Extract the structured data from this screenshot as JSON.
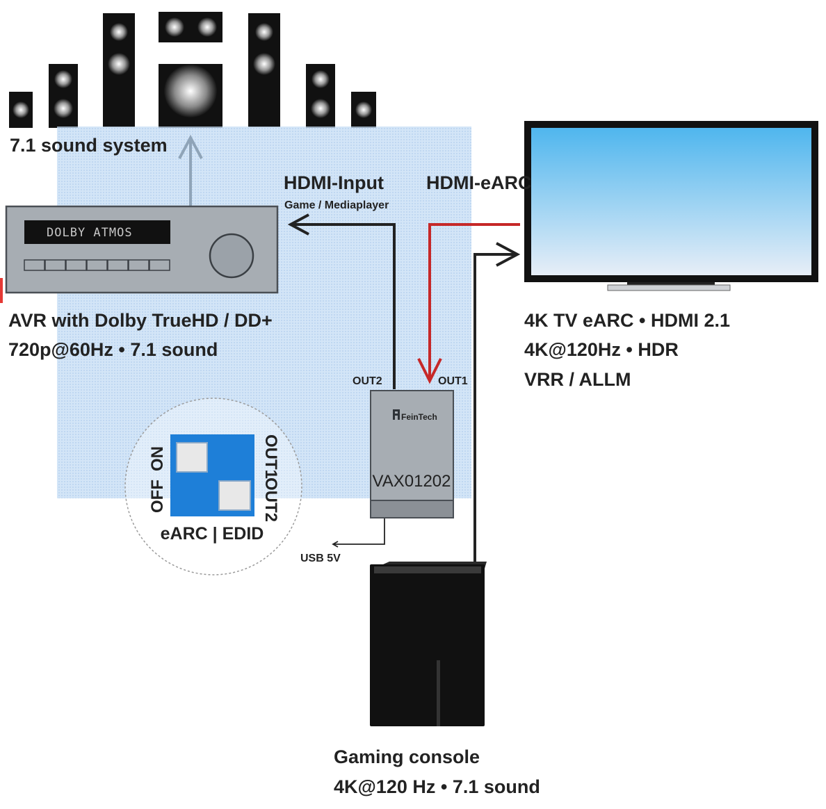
{
  "speakers": {
    "label": "7.1 sound system"
  },
  "avr": {
    "display_text": "DOLBY ATMOS",
    "label_line1": "AVR with Dolby TrueHD / DD+",
    "label_line2": "720p@60Hz • 7.1 sound"
  },
  "hdmi_input": {
    "title": "HDMI-Input",
    "subtitle": "Game / Mediaplayer"
  },
  "hdmi_earc": {
    "label": "HDMI-eARC",
    "color": "#c62828"
  },
  "tv": {
    "label_line1": "4K TV eARC • HDMI 2.1",
    "label_line2": "4K@120Hz • HDR",
    "label_line3": "VRR / ALLM"
  },
  "device": {
    "brand": "FeinTech",
    "model": "VAX01202",
    "port_out1": "OUT1",
    "port_out2": "OUT2",
    "usb_label": "USB 5V"
  },
  "dip_switch": {
    "label_on": "ON",
    "label_off": "OFF",
    "label_out1": "OUT1",
    "label_out2": "OUT2",
    "caption": "eARC | EDID",
    "color": "#1e7fd8"
  },
  "console": {
    "label_line1": "Gaming console",
    "label_line2": "4K@120 Hz • 7.1 sound"
  },
  "colors": {
    "cable": "#222222",
    "arrow_up": "#8fa4b8",
    "highlight": "#b9d6f2",
    "tv_screen_top": "#4fb6ee",
    "tv_screen_bottom": "#e7eef7"
  }
}
